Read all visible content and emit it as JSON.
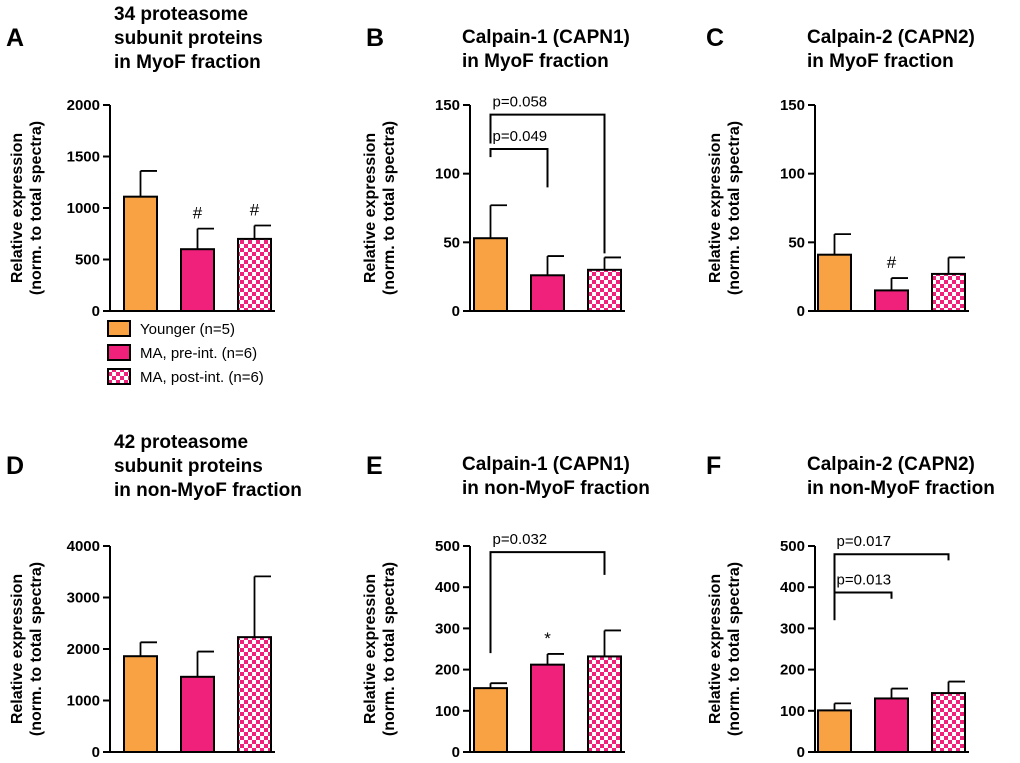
{
  "legend": {
    "entries": [
      "Younger (n=5)",
      "MA, pre-int. (n=6)",
      "MA, post-int. (n=6)"
    ],
    "colors": [
      "#F8A244",
      "#F0217A",
      "#F0217A"
    ],
    "patterned": [
      false,
      false,
      true
    ]
  },
  "chart_data": [
    {
      "panel": "A",
      "type": "bar",
      "title": [
        "34 proteasome",
        "subunit proteins",
        "in MyoF fraction"
      ],
      "ylabel": [
        "Relative expression",
        "(norm. to total spectra)"
      ],
      "ylim": [
        0,
        2000
      ],
      "yticks": [
        0,
        500,
        1000,
        1500,
        2000
      ],
      "categories": [
        "Younger (n=5)",
        "MA, pre-int. (n=6)",
        "MA, post-int. (n=6)"
      ],
      "values": [
        1110,
        600,
        700
      ],
      "errors": [
        250,
        200,
        130
      ],
      "marks": [
        "",
        "#",
        "#"
      ],
      "brackets": []
    },
    {
      "panel": "B",
      "type": "bar",
      "title": [
        "Calpain-1 (CAPN1)",
        "in MyoF fraction"
      ],
      "ylabel": [
        "Relative expression",
        "(norm. to total spectra)"
      ],
      "ylim": [
        0,
        150
      ],
      "yticks": [
        0,
        50,
        100,
        150
      ],
      "categories": [
        "Younger (n=5)",
        "MA, pre-int. (n=6)",
        "MA, post-int. (n=6)"
      ],
      "values": [
        53,
        26,
        30
      ],
      "errors": [
        24,
        14,
        9
      ],
      "marks": [
        "",
        "",
        ""
      ],
      "brackets": [
        {
          "from": 0,
          "to": 2,
          "label": "p=0.058",
          "level": 143,
          "start": 122,
          "end_right": 42
        },
        {
          "from": 0,
          "to": 1,
          "label": "p=0.049",
          "level": 118,
          "start": 112,
          "end_right": 90
        }
      ]
    },
    {
      "panel": "C",
      "type": "bar",
      "title": [
        "Calpain-2 (CAPN2)",
        "in MyoF fraction"
      ],
      "ylabel": [
        "Relative expression",
        "(norm. to total spectra)"
      ],
      "ylim": [
        0,
        150
      ],
      "yticks": [
        0,
        50,
        100,
        150
      ],
      "categories": [
        "Younger (n=5)",
        "MA, pre-int. (n=6)",
        "MA, post-int. (n=6)"
      ],
      "values": [
        41,
        15,
        27
      ],
      "errors": [
        15,
        9,
        12
      ],
      "marks": [
        "",
        "#",
        ""
      ],
      "brackets": []
    },
    {
      "panel": "D",
      "type": "bar",
      "title": [
        "42 proteasome",
        "subunit proteins",
        "in non-MyoF fraction"
      ],
      "ylabel": [
        "Relative expression",
        "(norm. to total spectra)"
      ],
      "ylim": [
        0,
        4000
      ],
      "yticks": [
        0,
        1000,
        2000,
        3000,
        4000
      ],
      "categories": [
        "Younger (n=5)",
        "MA, pre-int. (n=6)",
        "MA, post-int. (n=6)"
      ],
      "values": [
        1860,
        1460,
        2230
      ],
      "errors": [
        270,
        490,
        1180
      ],
      "marks": [
        "",
        "",
        ""
      ],
      "brackets": []
    },
    {
      "panel": "E",
      "type": "bar",
      "title": [
        "Calpain-1 (CAPN1)",
        "in non-MyoF fraction"
      ],
      "ylabel": [
        "Relative expression",
        "(norm. to total spectra)"
      ],
      "ylim": [
        0,
        500
      ],
      "yticks": [
        0,
        100,
        200,
        300,
        400,
        500
      ],
      "categories": [
        "Younger (n=5)",
        "MA, pre-int. (n=6)",
        "MA, post-int. (n=6)"
      ],
      "values": [
        155,
        212,
        232
      ],
      "errors": [
        12,
        26,
        63
      ],
      "marks": [
        "",
        "*",
        ""
      ],
      "brackets": [
        {
          "from": 0,
          "to": 2,
          "label": "p=0.032",
          "level": 485,
          "start": 240,
          "end_right": 430
        }
      ]
    },
    {
      "panel": "F",
      "type": "bar",
      "title": [
        "Calpain-2 (CAPN2)",
        "in non-MyoF fraction"
      ],
      "ylabel": [
        "Relative expression",
        "(norm. to total spectra)"
      ],
      "ylim": [
        0,
        500
      ],
      "yticks": [
        0,
        100,
        200,
        300,
        400,
        500
      ],
      "categories": [
        "Younger (n=5)",
        "MA, pre-int. (n=6)",
        "MA, post-int. (n=6)"
      ],
      "values": [
        101,
        130,
        143
      ],
      "errors": [
        17,
        24,
        28
      ],
      "marks": [
        "",
        "",
        ""
      ],
      "brackets": [
        {
          "from": 0,
          "to": 2,
          "label": "p=0.017",
          "level": 480,
          "start": 320,
          "end_right": 465
        },
        {
          "from": 0,
          "to": 1,
          "label": "p=0.013",
          "level": 387,
          "start": 320,
          "end_right": 372
        }
      ]
    }
  ]
}
